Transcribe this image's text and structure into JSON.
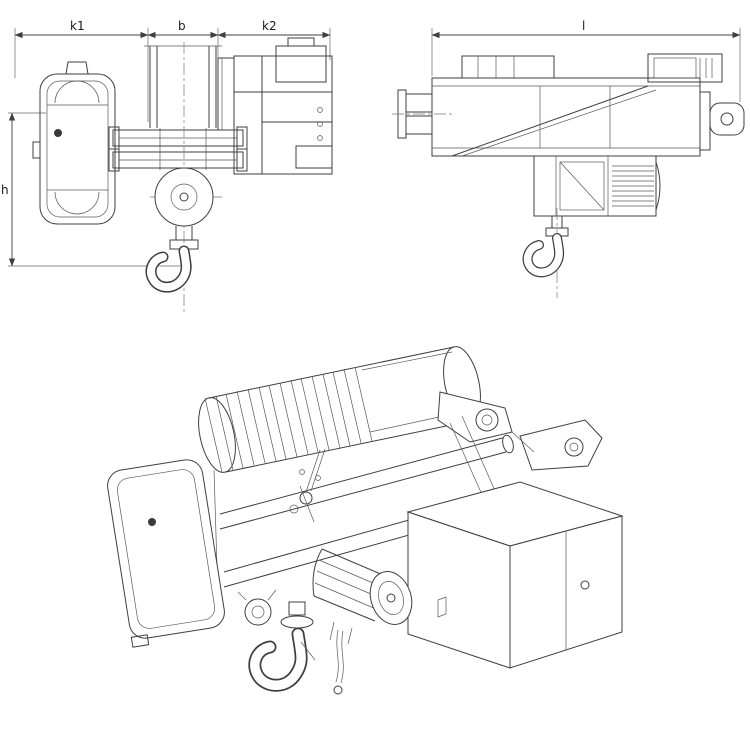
{
  "page": {
    "background_color": "#ffffff",
    "line_color": "#3f3f3f"
  },
  "drawing": {
    "dimension_labels": {
      "k1": "k1",
      "b": "b",
      "k2": "k2",
      "h": "h",
      "l": "l"
    }
  }
}
